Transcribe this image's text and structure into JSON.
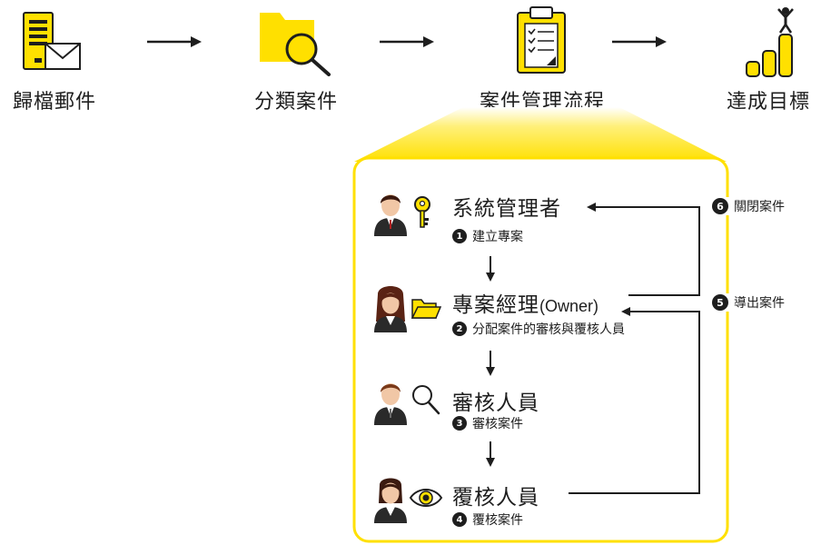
{
  "top_steps": [
    {
      "label": "歸檔郵件",
      "icon": "server-mail-icon"
    },
    {
      "label": "分類案件",
      "icon": "folder-search-icon"
    },
    {
      "label": "案件管理流程",
      "icon": "clipboard-checklist-icon"
    },
    {
      "label": "達成目標",
      "icon": "goal-bars-icon"
    }
  ],
  "roles": [
    {
      "title": "系統管理者",
      "title_suffix": "",
      "num": "1",
      "sub": "建立專案",
      "icon": "key-icon"
    },
    {
      "title": "專案經理",
      "title_suffix": "(Owner)",
      "num": "2",
      "sub": "分配案件的審核與覆核人員",
      "icon": "folder-icon"
    },
    {
      "title": "審核人員",
      "title_suffix": "",
      "num": "3",
      "sub": "審核案件",
      "icon": "magnifier-icon"
    },
    {
      "title": "覆核人員",
      "title_suffix": "",
      "num": "4",
      "sub": "覆核案件",
      "icon": "eye-icon"
    }
  ],
  "side_actions": [
    {
      "num": "6",
      "label": "關閉案件"
    },
    {
      "num": "5",
      "label": "導出案件"
    }
  ],
  "colors": {
    "accent": "#ffe000",
    "dark": "#2a2a2a",
    "skin": "#f1c7a6",
    "hair": "#5a2314"
  }
}
